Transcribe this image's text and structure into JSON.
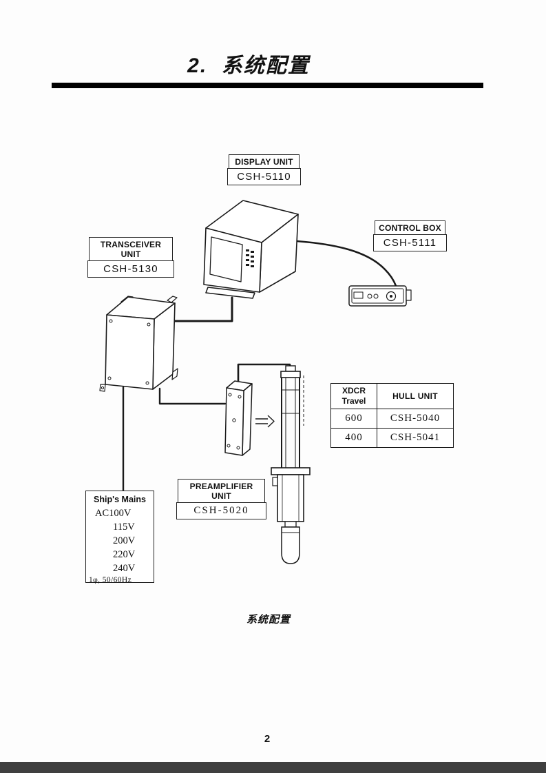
{
  "page": {
    "title": "2.  系统配置",
    "caption": "系统配置",
    "page_number": "2"
  },
  "units": {
    "display": {
      "label": "DISPLAY UNIT",
      "model": "CSH-5110"
    },
    "control": {
      "label": "CONTROL BOX",
      "model": "CSH-5111"
    },
    "transceiver": {
      "label": "TRANSCEIVER UNIT",
      "model": "CSH-5130"
    },
    "preamplifier": {
      "label": "PREAMPLIFIER UNIT",
      "model": "CSH-5020"
    }
  },
  "hull_table": {
    "col1_header_line1": "XDCR",
    "col1_header_line2": "Travel",
    "col2_header": "HULL UNIT",
    "rows": [
      {
        "travel": "600",
        "model": "CSH-5040"
      },
      {
        "travel": "400",
        "model": "CSH-5041"
      }
    ]
  },
  "ships_mains": {
    "title": "Ship's Mains",
    "primary": "AC100V",
    "voltages": [
      "115V",
      "200V",
      "220V",
      "240V"
    ],
    "phase": "1φ, 50/60Hz"
  }
}
